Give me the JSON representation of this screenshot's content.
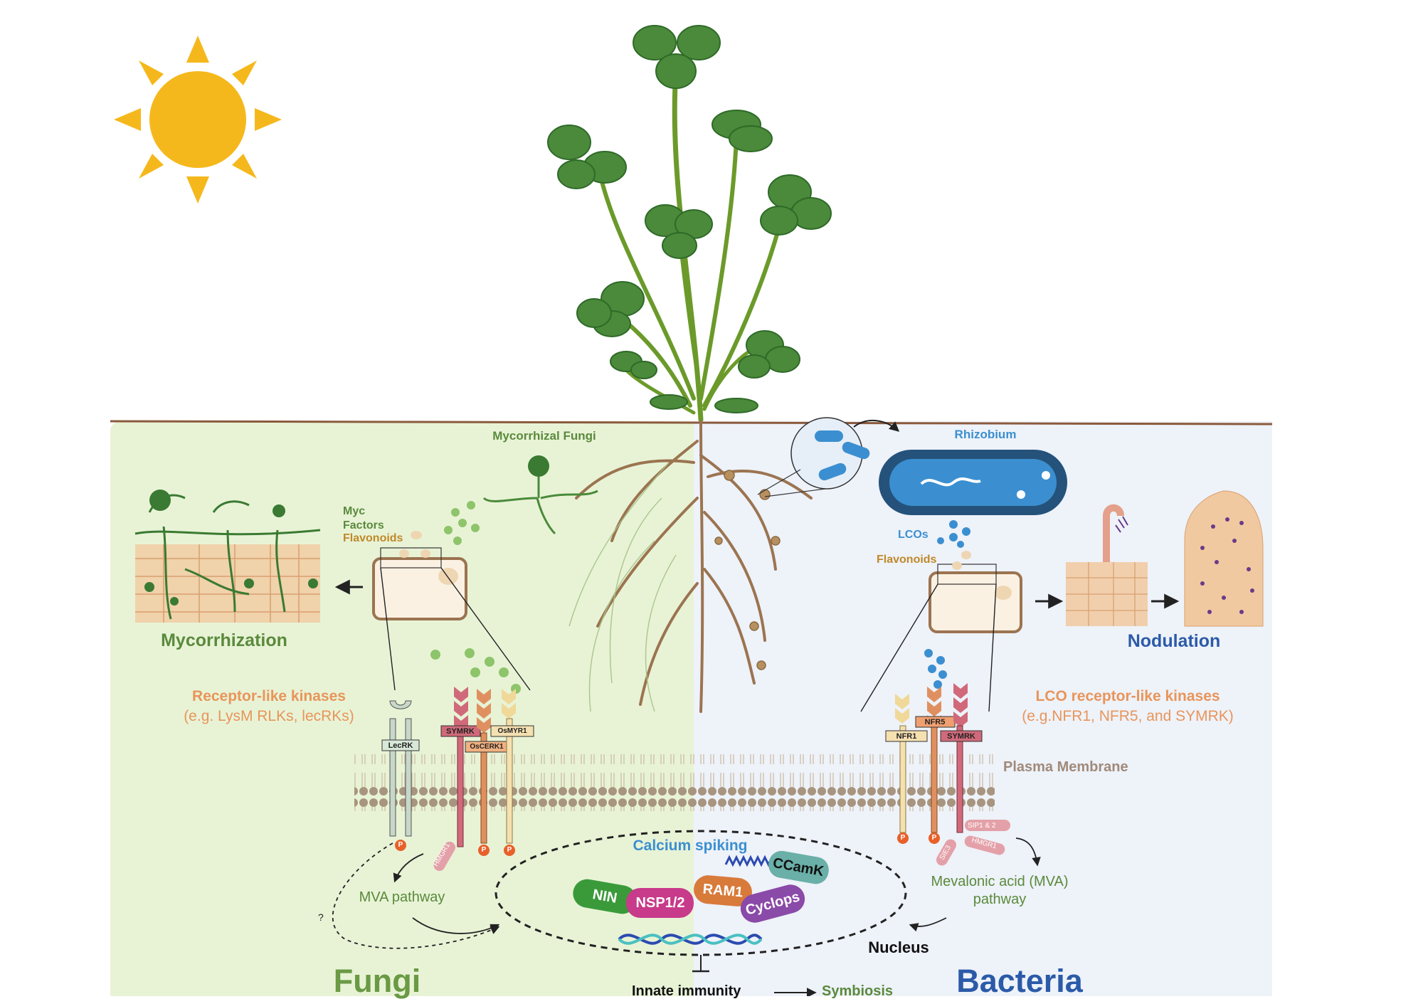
{
  "texts": {
    "mycorrhizal_fungi": "Mycorrhizal Fungi",
    "rhizobium": "Rhizobium",
    "myc": "Myc",
    "factors": "Factors",
    "flavonoids_left": "Flavonoids",
    "flavonoids_right": "Flavonoids",
    "lcos": "LCOs",
    "mycorrhization": "Mycorrhization",
    "nodulation": "Nodulation",
    "rlk_title": "Receptor-like kinases",
    "rlk_sub": "(e.g. LysM RLKs, lecRKs)",
    "lco_title": "LCO receptor-like kinases",
    "lco_sub": "(e.g.NFR1, NFR5, and SYMRK)",
    "plasma_membrane": "Plasma Membrane",
    "lecrk": "LecRK",
    "symrk_left": "SYMRK",
    "oscerk1": "OsCERK1",
    "osmyr1": "OsMYR1",
    "nfr1": "NFR1",
    "nfr5": "NFR5",
    "symrk_right": "SYMRK",
    "hmgr1_left": "HMGR1",
    "hmgr1_right": "HMGR1",
    "sip1_2": "SIP1 & 2",
    "sie3": "SIE3",
    "p": "P",
    "calcium_spiking": "Calcium spiking",
    "ccamk": "CCamK",
    "nin": "NIN",
    "nsp12": "NSP1/2",
    "ram1": "RAM1",
    "cyclops": "Cyclops",
    "nucleus": "Nucleus",
    "mva_pathway": "MVA pathway",
    "mevalonic_1": "Mevalonic acid (MVA)",
    "mevalonic_2": "pathway",
    "question": "?",
    "innate_immunity": "Innate immunity",
    "symbiosis": "Symbiosis",
    "fungi": "Fungi",
    "bacteria": "Bacteria"
  },
  "colors": {
    "fungi_bg": "#e8f3d6",
    "bacteria_bg": "#eef2f9",
    "soil_line": "#8b5a3c",
    "sun": "#f5b81c",
    "leaf": "#4a8a3a",
    "root": "#9b7450",
    "green_text": "#5a8a3c",
    "orange_text": "#e8955a",
    "blue_text": "#2b5aa8",
    "membrane": "#a08a7a",
    "nin": "#3a9a3a",
    "nsp": "#c83a8a",
    "ram1": "#d87a3a",
    "cyclops": "#8a4aa8",
    "ccamk": "#6ab0a8"
  }
}
